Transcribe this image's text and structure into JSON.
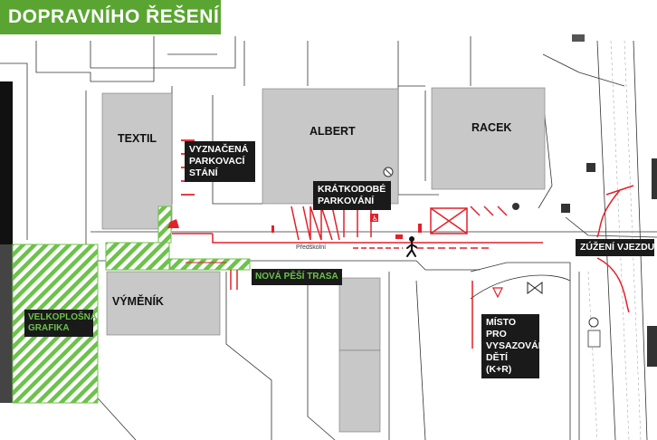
{
  "title": "DOPRAVNÍHO ŘEŠENÍ",
  "buildings": {
    "textil": "TEXTIL",
    "albert": "ALBERT",
    "racek": "RACEK",
    "vymenik": "VÝMĚNÍK"
  },
  "street_name": "Předškolní",
  "callouts": {
    "parking_marked": [
      "VYZNAČENÁ",
      "PARKOVACÍ",
      "STÁNÍ"
    ],
    "short_parking": [
      "KRÁTKODOBÉ",
      "PARKOVÁNÍ"
    ],
    "new_path": "NOVÁ PĚŠÍ TRASA",
    "large_graphic": [
      "VELKOPLOŠNÁ",
      "GRAFIKA"
    ],
    "narrowing": "ZÚŽENÍ VJEZDU",
    "dropoff": [
      "MÍSTO PRO",
      "VYSAZOVÁNÍ",
      "DĚTÍ (K+R)"
    ]
  },
  "colors": {
    "brand_green": "#5aa532",
    "hatch_green": "#6cc24a",
    "building_gray": "#c8c8c8",
    "marking_red": "#e4202a",
    "label_dark": "#1a1a1a"
  }
}
